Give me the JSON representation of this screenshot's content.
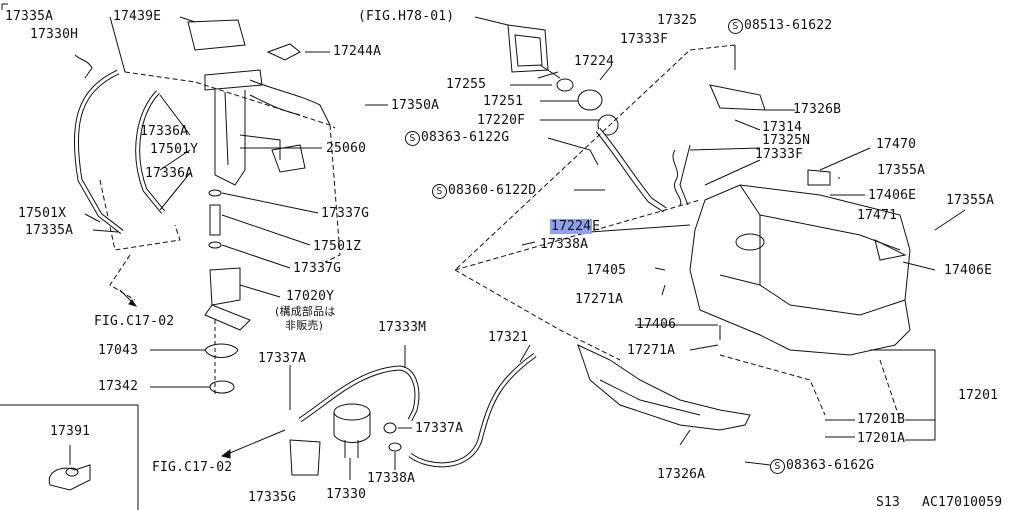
{
  "labels": {
    "p17335A_top": "17335A",
    "p17439E": "17439E",
    "p17330H": "17330H",
    "p17244A": "17244A",
    "p17350A": "17350A",
    "p17336A_1": "17336A",
    "p17501Y": "17501Y",
    "p25060": "25060",
    "p17336A_2": "17336A",
    "p17501X": "17501X",
    "p17335A_bot": "17335A",
    "p17337G_1": "17337G",
    "p17501Z": "17501Z",
    "p17337G_2": "17337G",
    "figc17_02_a": "FIG.C17-02",
    "p17020Y": "17020Y",
    "p17020Y_note1": "(構成部品は",
    "p17020Y_note2": "非販売)",
    "p17043": "17043",
    "p17342": "17342",
    "p17391": "17391",
    "figh78_01": "(FIG.H78-01)",
    "p17255": "17255",
    "p17251": "17251",
    "p17224": "17224",
    "p17220F": "17220F",
    "p08363_6122G": "08363-6122G",
    "p08360_6122D": "08360-6122D",
    "p17224E": "17224",
    "p17224E_suffix": "E",
    "p17338A_1": "17338A",
    "p17325": "17325",
    "p17333F_1": "17333F",
    "p08513_61622": "08513-61622",
    "p17326B": "17326B",
    "p17314": "17314",
    "p17325N": "17325N",
    "p17333F_2": "17333F",
    "p17470": "17470",
    "p17355A_1": "17355A",
    "p17406E_1": "17406E",
    "p17355A_2": "17355A",
    "p17471": "17471",
    "p17406E_2": "17406E",
    "p17405": "17405",
    "p17271A_1": "17271A",
    "p17406": "17406",
    "p17271A_2": "17271A",
    "p17333M": "17333M",
    "p17321": "17321",
    "p17337A_1": "17337A",
    "p17337A_2": "17337A",
    "figc17_02_b": "FIG.C17-02",
    "p17335G": "17335G",
    "p17330": "17330",
    "p17338A_2": "17338A",
    "p17326A": "17326A",
    "p08363_6162G": "08363-6162G",
    "p17201": "17201",
    "p17201B": "17201B",
    "p17201A": "17201A",
    "footer_s13": "S13",
    "footer_code": "AC17010059"
  },
  "screw_symbol": "S"
}
